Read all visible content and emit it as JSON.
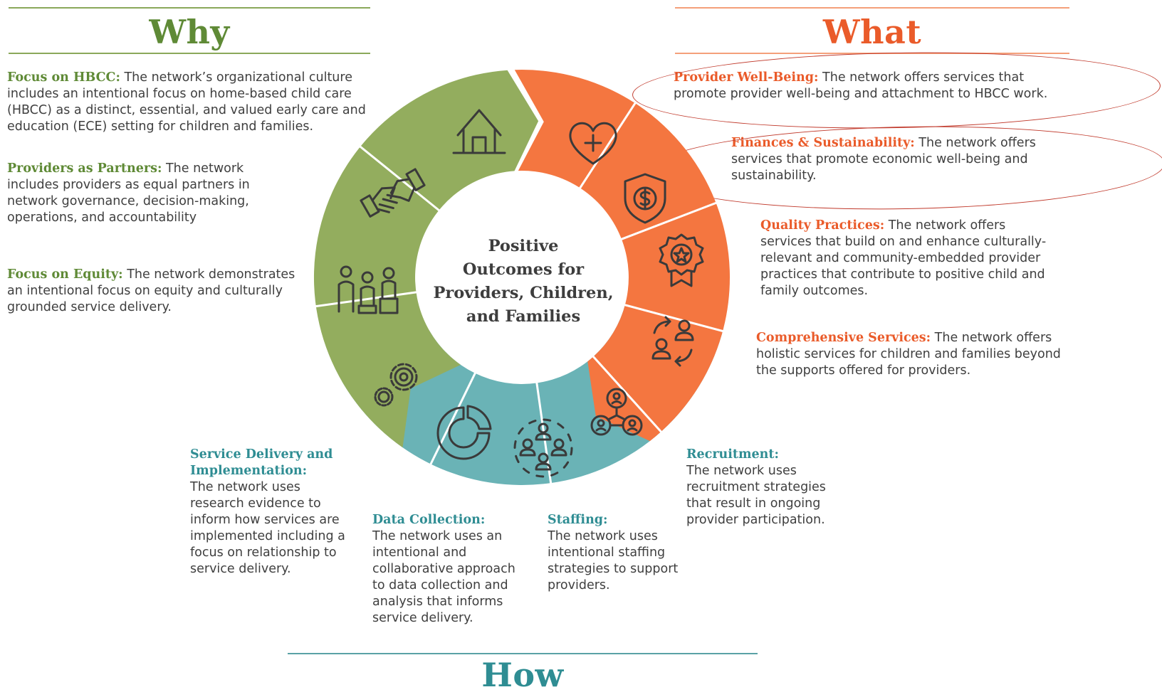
{
  "headings": {
    "why": "Why",
    "what": "What",
    "how": "How"
  },
  "center": {
    "line1": "Positive",
    "line2": "Outcomes for",
    "line3": "Providers, Children,",
    "line4": "and Families"
  },
  "why": [
    {
      "label": "Focus on HBCC:",
      "text": " The network’s organizational culture includes an intentional focus on home-based child care (HBCC) as a distinct, essential, and valued early care and education (ECE) setting for children and families."
    },
    {
      "label": "Providers as Partners:",
      "text": " The network includes providers as equal partners in network governance, decision-making, operations, and accountability"
    },
    {
      "label": "Focus on Equity:",
      "text": " The network demonstrates an intentional focus on equity and culturally grounded service delivery."
    }
  ],
  "what": [
    {
      "label": "Provider Well-Being:",
      "text": " The network offers services that promote provider well-being and attachment to HBCC work."
    },
    {
      "label": "Finances & Sustainability:",
      "text": " The network offers services that promote economic well-being and sustainability."
    },
    {
      "label": "Quality Practices:",
      "text": " The network offers services that build on and enhance culturally-relevant and community-embedded provider practices that contribute to positive child and family outcomes."
    },
    {
      "label": "Comprehensive Services:",
      "text": " The network offers holistic services for children and families beyond the supports offered for providers."
    }
  ],
  "how": [
    {
      "label": "Service Delivery and Implementation:",
      "text": "The network uses research evidence to inform how services are implemented including a focus on relationship to service delivery."
    },
    {
      "label": "Data Collection:",
      "text": "The network uses an intentional and collaborative approach to data collection and analysis that informs service delivery."
    },
    {
      "label": "Staffing:",
      "text": "The network uses intentional staffing strategies to support providers."
    },
    {
      "label": "Recruitment:",
      "text": "The network uses recruitment strategies that result in ongoing provider participation."
    }
  ],
  "colors": {
    "green": "#93ad5e",
    "green_text": "#5f8a36",
    "orange": "#f47640",
    "orange_text": "#ea5b2a",
    "teal": "#6ab3b6",
    "teal_text": "#2f8d93",
    "icon_stroke": "#3a3a3a",
    "annotation": "#c0392b"
  },
  "segments": [
    {
      "group": "why",
      "icon": "house-icon"
    },
    {
      "group": "why",
      "icon": "handshake-icon"
    },
    {
      "group": "why",
      "icon": "people-equity-icon"
    },
    {
      "group": "what",
      "icon": "heart-plus-icon"
    },
    {
      "group": "what",
      "icon": "shield-dollar-icon"
    },
    {
      "group": "what",
      "icon": "award-ribbon-icon"
    },
    {
      "group": "what",
      "icon": "people-exchange-icon"
    },
    {
      "group": "how",
      "icon": "gears-icon"
    },
    {
      "group": "how",
      "icon": "donut-chart-icon"
    },
    {
      "group": "how",
      "icon": "group-circle-icon"
    },
    {
      "group": "how",
      "icon": "network-people-icon"
    }
  ]
}
